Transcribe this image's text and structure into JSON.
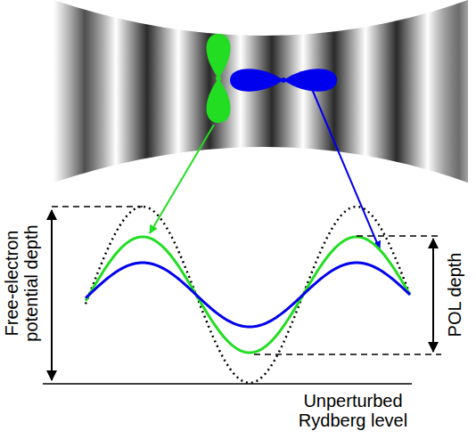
{
  "diagram": {
    "labels": [
      "Free-electron potential depth",
      "POL depth",
      "Unperturbed Rydberg level"
    ]
  }
}
